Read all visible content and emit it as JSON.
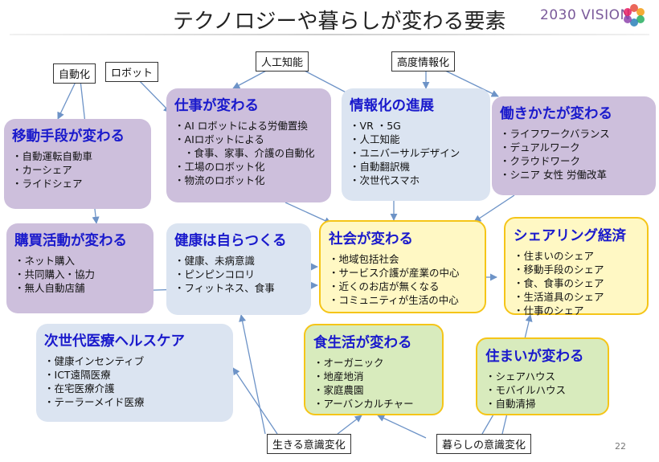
{
  "title": "テクノロジーや暮らしが変わる要素",
  "logo": "2030 VISION",
  "labels": {
    "auto": "自動化",
    "robot": "ロボット",
    "ai": "人工知能",
    "info": "高度情報化",
    "life_conscious": "生きる意識変化",
    "living_conscious": "暮らしの意識変化"
  },
  "boxes": {
    "mobility": {
      "title": "移動手段が変わる",
      "items": [
        "自動運転自動車",
        "カーシェア",
        "ライドシェア"
      ]
    },
    "work": {
      "title": "仕事が変わる",
      "items": [
        "AI ロボットによる労働置換",
        "AIロボットによる",
        "食事、家事、介護の自動化",
        "工場のロボット化",
        "物流のロボット化"
      ]
    },
    "informatization": {
      "title": "情報化の進展",
      "items": [
        "VR ・5G",
        "人工知能",
        "ユニバーサルデザイン",
        "自動翻訳機",
        "次世代スマホ"
      ]
    },
    "workstyle": {
      "title": "働きかたが変わる",
      "items": [
        "ライフワークバランス",
        "デュアルワーク",
        "クラウドワーク",
        "シニア 女性 労働改革"
      ]
    },
    "purchase": {
      "title": "購買活動が変わる",
      "items": [
        "ネット購入",
        "共同購入・協力",
        "無人自動店舗"
      ]
    },
    "health": {
      "title": "健康は自らつくる",
      "items": [
        "健康、未病意識",
        "ピンピンコロリ",
        "フィットネス、食事"
      ]
    },
    "society": {
      "title": "社会が変わる",
      "items": [
        "地域包括社会",
        "サービス介護が産業の中心",
        "近くのお店が無くなる",
        "コミュニティが生活の中心"
      ]
    },
    "sharing": {
      "title": "シェアリング経済",
      "items": [
        "住まいのシェア",
        "移動手段のシェア",
        "食、食事のシェア",
        "生活道具のシェア",
        "仕事のシェア"
      ]
    },
    "medical": {
      "title": "次世代医療ヘルスケア",
      "items": [
        "健康インセンティブ",
        "ICT遠隔医療",
        "在宅医療介護",
        "テーラーメイド医療"
      ]
    },
    "food": {
      "title": "食生活が変わる",
      "items": [
        "オーガニック",
        "地産地消",
        "家庭農園",
        "アーバンカルチャー"
      ]
    },
    "housing": {
      "title": "住まいが変わる",
      "items": [
        "シェアハウス",
        "モバイルハウス",
        "自動清掃"
      ]
    }
  },
  "page_number": "22",
  "colors": {
    "title_blue": "#1a1acc",
    "purple_box": "#cdbfdc",
    "blue_box": "#dbe4f1",
    "yellow_box": "#fff8c4",
    "green_box": "#d8ebbd",
    "gold_border": "#f5c518",
    "arrow": "#6d93c7"
  }
}
